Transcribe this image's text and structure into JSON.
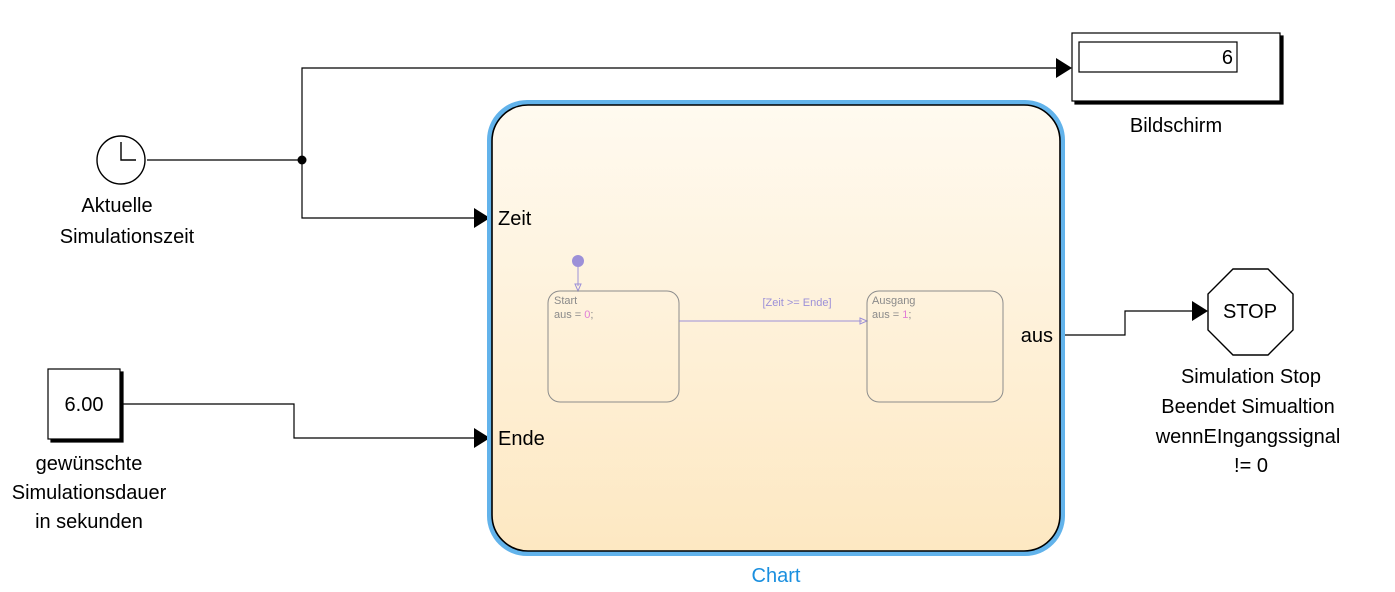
{
  "clock_block": {
    "label_line1": "Aktuelle",
    "label_line2": "Simulationszeit"
  },
  "constant_block": {
    "value": "6.00",
    "label_line1": "gewünschte",
    "label_line2": "Simulationsdauer",
    "label_line3": "in sekunden"
  },
  "display_block": {
    "value": "6",
    "label": "Bildschirm"
  },
  "chart_block": {
    "label": "Chart",
    "inport_zeit": "Zeit",
    "inport_ende": "Ende",
    "outport_aus": "aus",
    "state_start": {
      "name": "Start",
      "action_prefix": "aus = ",
      "action_value": "0",
      "action_suffix": ";"
    },
    "state_ausgang": {
      "name": "Ausgang",
      "action_prefix": "aus = ",
      "action_value": "1",
      "action_suffix": ";"
    },
    "transition_condition": "[Zeit >= Ende]"
  },
  "stop_block": {
    "text": "STOP",
    "label_line1": "Simulation Stop",
    "label_line2": "Beendet Simualtion",
    "label_line3": "wennEIngangssignal",
    "label_line4": "!= 0"
  },
  "colors": {
    "chart_border": "#5aaee8",
    "chart_fill_top": "#fffaf0",
    "chart_fill_bottom": "#fdebc8",
    "chart_label": "#1a8fdf",
    "state_border": "#8c8c8c",
    "transition": "#9c90d8"
  }
}
